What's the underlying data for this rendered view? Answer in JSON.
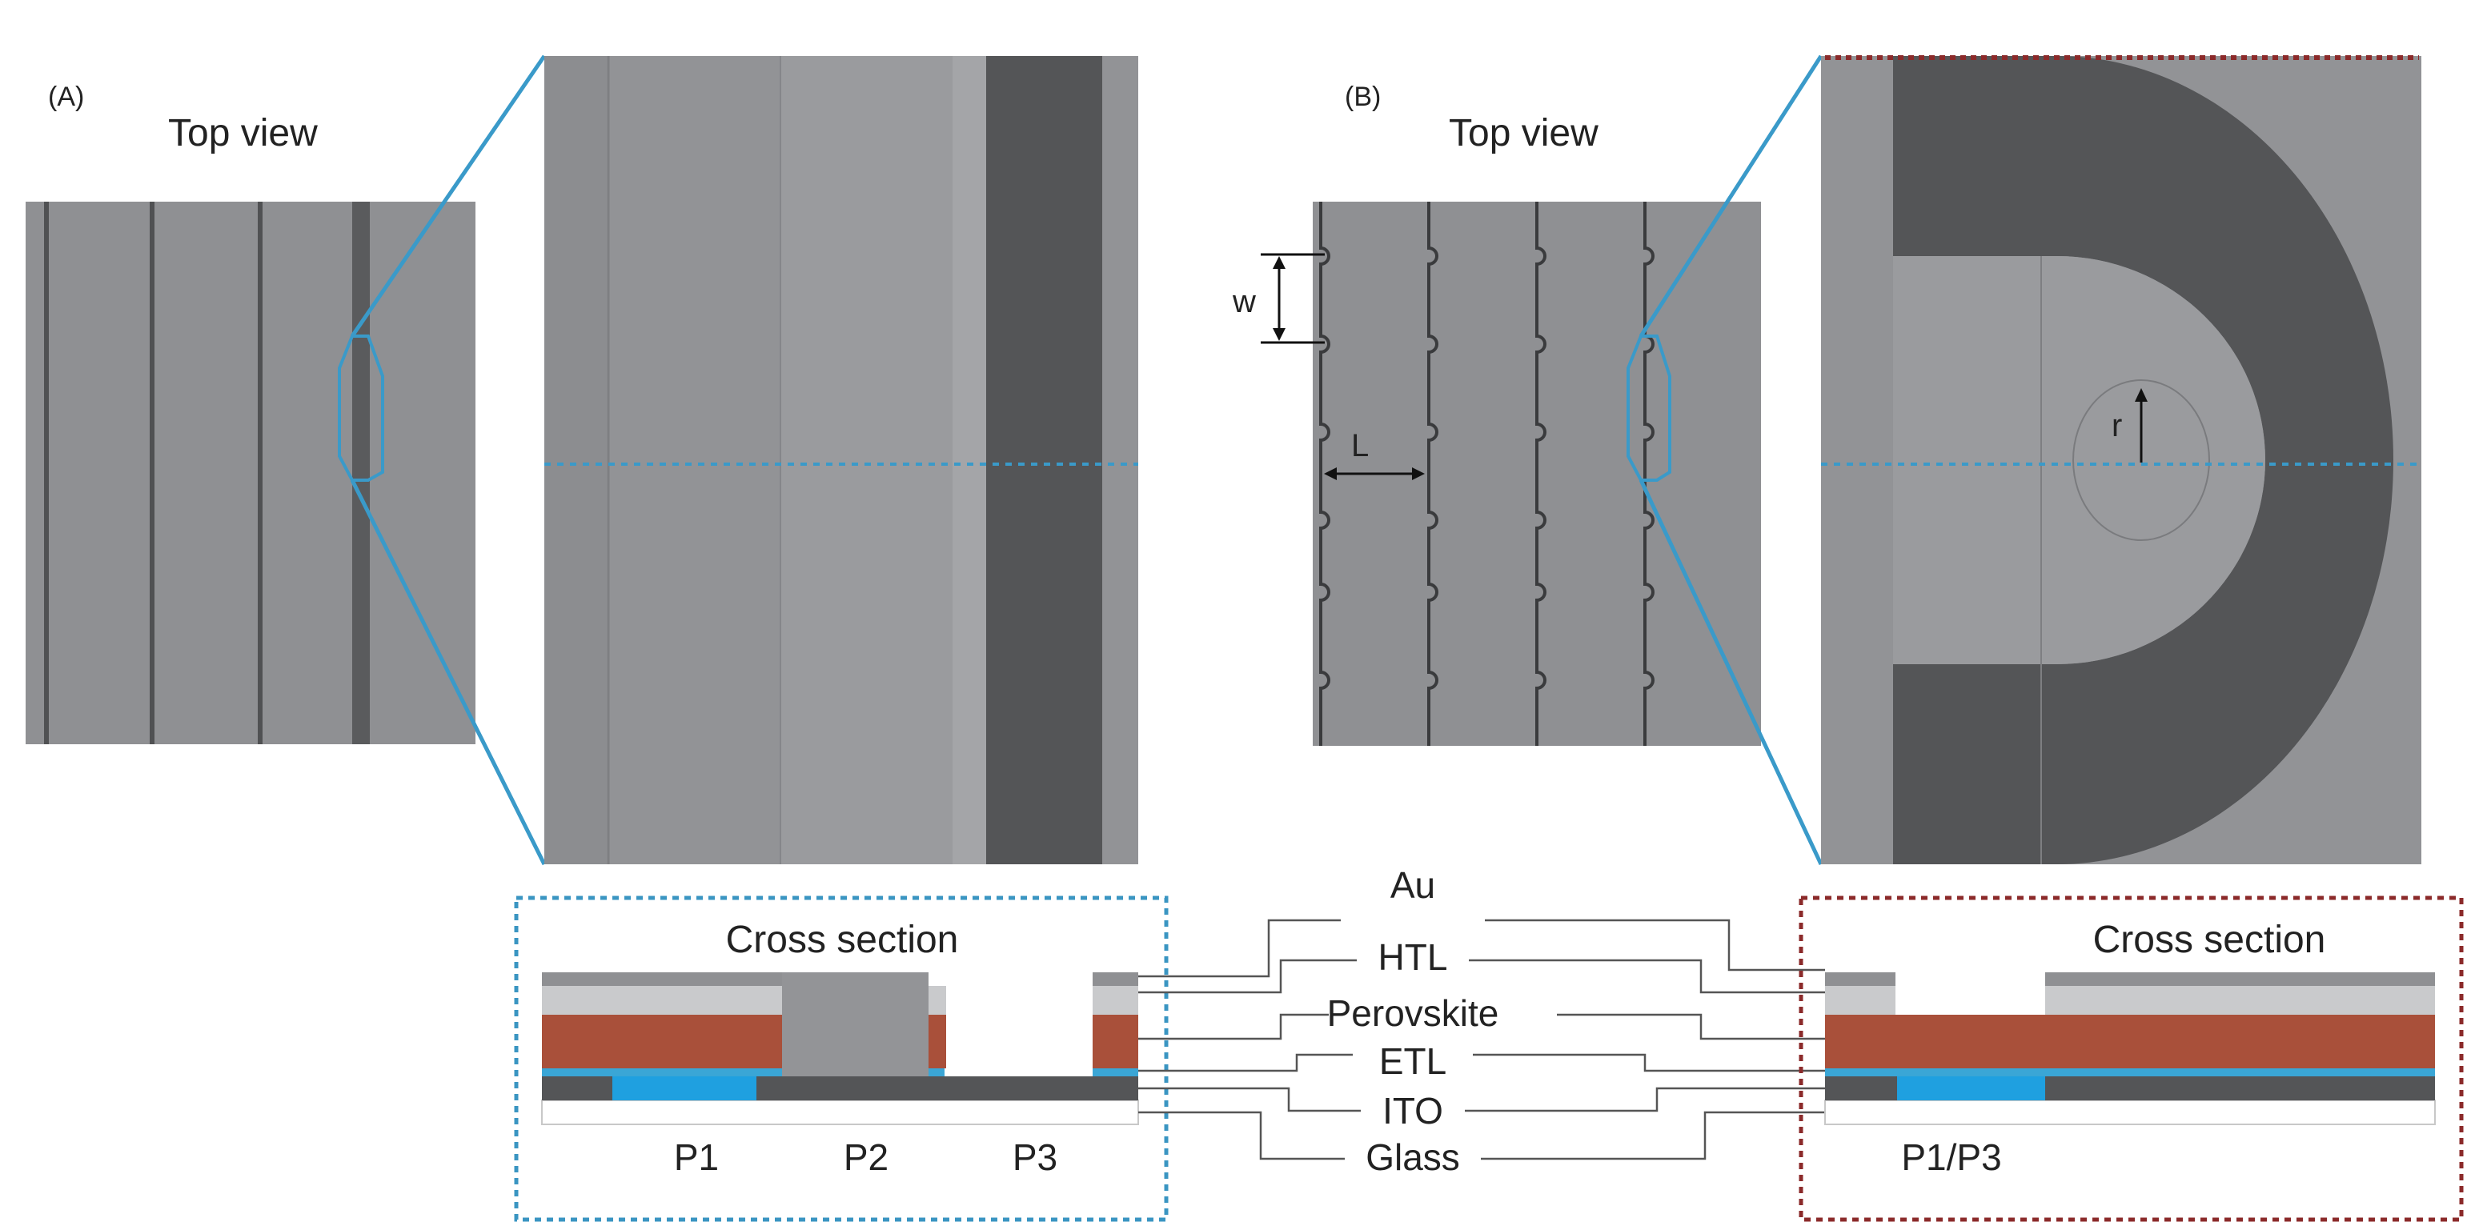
{
  "panel_a": {
    "letter": "(A)",
    "top_view_title": "Top view",
    "cross_section_title": "Cross section",
    "scribe_labels": [
      "P1",
      "P2",
      "P3"
    ]
  },
  "panel_b": {
    "letter": "(B)",
    "top_view_title": "Top view",
    "cross_section_title": "Cross section",
    "scribe_labels": [
      "P1/P3"
    ],
    "dimension_labels": {
      "width": "w",
      "length": "L",
      "radius": "r"
    }
  },
  "layers": [
    "Au",
    "HTL",
    "Perovskite",
    "ETL",
    "ITO",
    "Glass"
  ],
  "colors": {
    "substrate_gray": "#8f9093",
    "scribe_dark": "#545557",
    "electrode_gray": "#9a9b9e",
    "htl_light": "#c9cacc",
    "perovskite": "#a9503a",
    "etl_blue": "#3aa6d6",
    "ito_blue": "#1fa0e0",
    "zoom_line_blue": "#3a9ac9",
    "frame_blue": "#3a95c2",
    "frame_red": "#8b2a2a",
    "leader_gray": "#555555"
  }
}
